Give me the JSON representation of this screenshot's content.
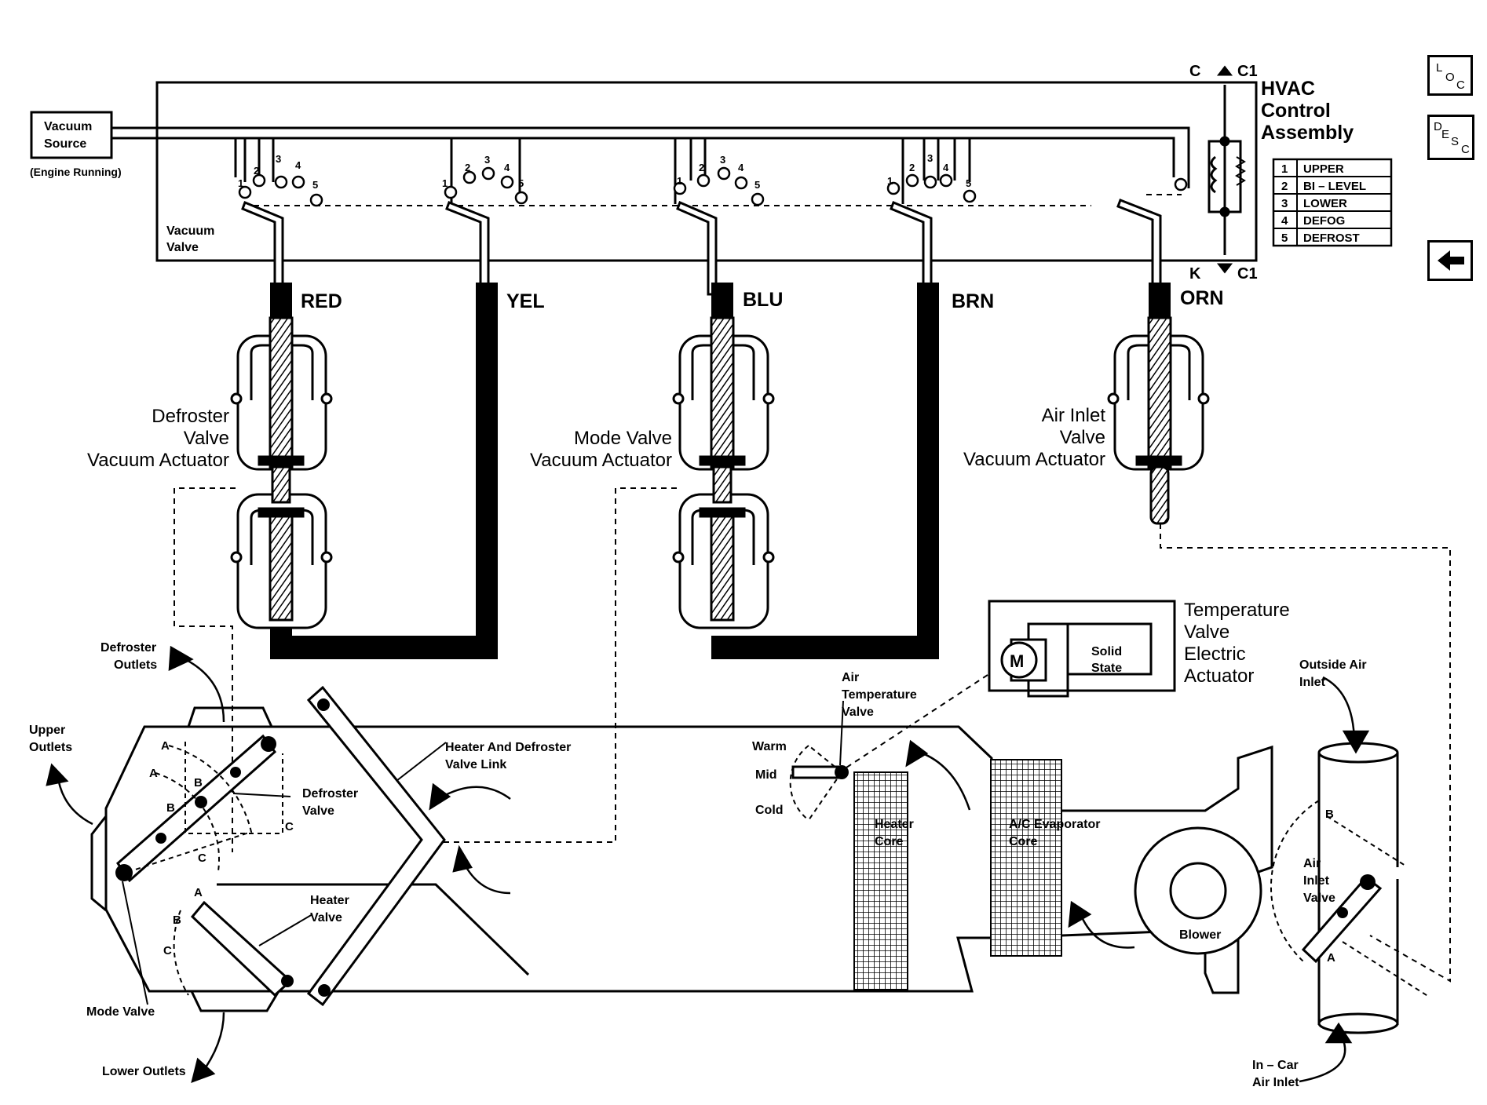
{
  "nav": {
    "loc": {
      "l1": "L",
      "l2": "O",
      "l3": "C"
    },
    "desc": {
      "l1": "D",
      "l2": "E",
      "l3": "S",
      "l4": "C"
    },
    "back_icon": "left-arrow-icon"
  },
  "source": {
    "box": [
      "Vacuum",
      "Source"
    ],
    "note": "(Engine Running)"
  },
  "control": {
    "title": [
      "HVAC",
      "Control",
      "Assembly"
    ],
    "vacuum_valve": [
      "Vacuum",
      "Valve"
    ],
    "c_top": "C",
    "c1_top": "C1",
    "k_bot": "K",
    "c1_bot": "C1"
  },
  "modes": [
    {
      "num": "1",
      "name": "UPPER"
    },
    {
      "num": "2",
      "name": "BI – LEVEL"
    },
    {
      "num": "3",
      "name": "LOWER"
    },
    {
      "num": "4",
      "name": "DEFOG"
    },
    {
      "num": "5",
      "name": "DEFROST"
    }
  ],
  "ports": [
    "1",
    "2",
    "3",
    "4",
    "5"
  ],
  "hoses": [
    "RED",
    "YEL",
    "BLU",
    "BRN",
    "ORN"
  ],
  "actuators": {
    "defroster": [
      "Defroster",
      "Valve",
      "Vacuum Actuator"
    ],
    "mode": [
      "Mode Valve",
      "Vacuum Actuator"
    ],
    "air_inlet": [
      "Air Inlet",
      "Valve",
      "Vacuum Actuator"
    ],
    "temperature": [
      "Temperature",
      "Valve",
      "Electric",
      "Actuator"
    ],
    "motor": "M",
    "solid_state": [
      "Solid",
      "State"
    ]
  },
  "case": {
    "defroster_outlets": [
      "Defroster",
      "Outlets"
    ],
    "upper_outlets": [
      "Upper",
      "Outlets"
    ],
    "lower_outlets": "Lower Outlets",
    "mode_valve": "Mode Valve",
    "defroster_valve": [
      "Defroster",
      "Valve"
    ],
    "heater_valve": [
      "Heater",
      "Valve"
    ],
    "link": [
      "Heater And Defroster",
      "Valve Link"
    ],
    "air_temp_valve": [
      "Air",
      "Temperature",
      "Valve"
    ],
    "warm": "Warm",
    "mid": "Mid",
    "cold": "Cold",
    "heater_core": [
      "Heater",
      "Core"
    ],
    "evap_core": [
      "A/C Evaporator",
      "Core"
    ],
    "blower": "Blower",
    "outside_air": [
      "Outside Air",
      "Inlet"
    ],
    "incar_air": [
      "In – Car",
      "Air Inlet"
    ],
    "air_inlet_valve": [
      "Air",
      "Inlet",
      "Valve"
    ],
    "pos": {
      "A": "A",
      "B": "B",
      "C": "C"
    }
  }
}
